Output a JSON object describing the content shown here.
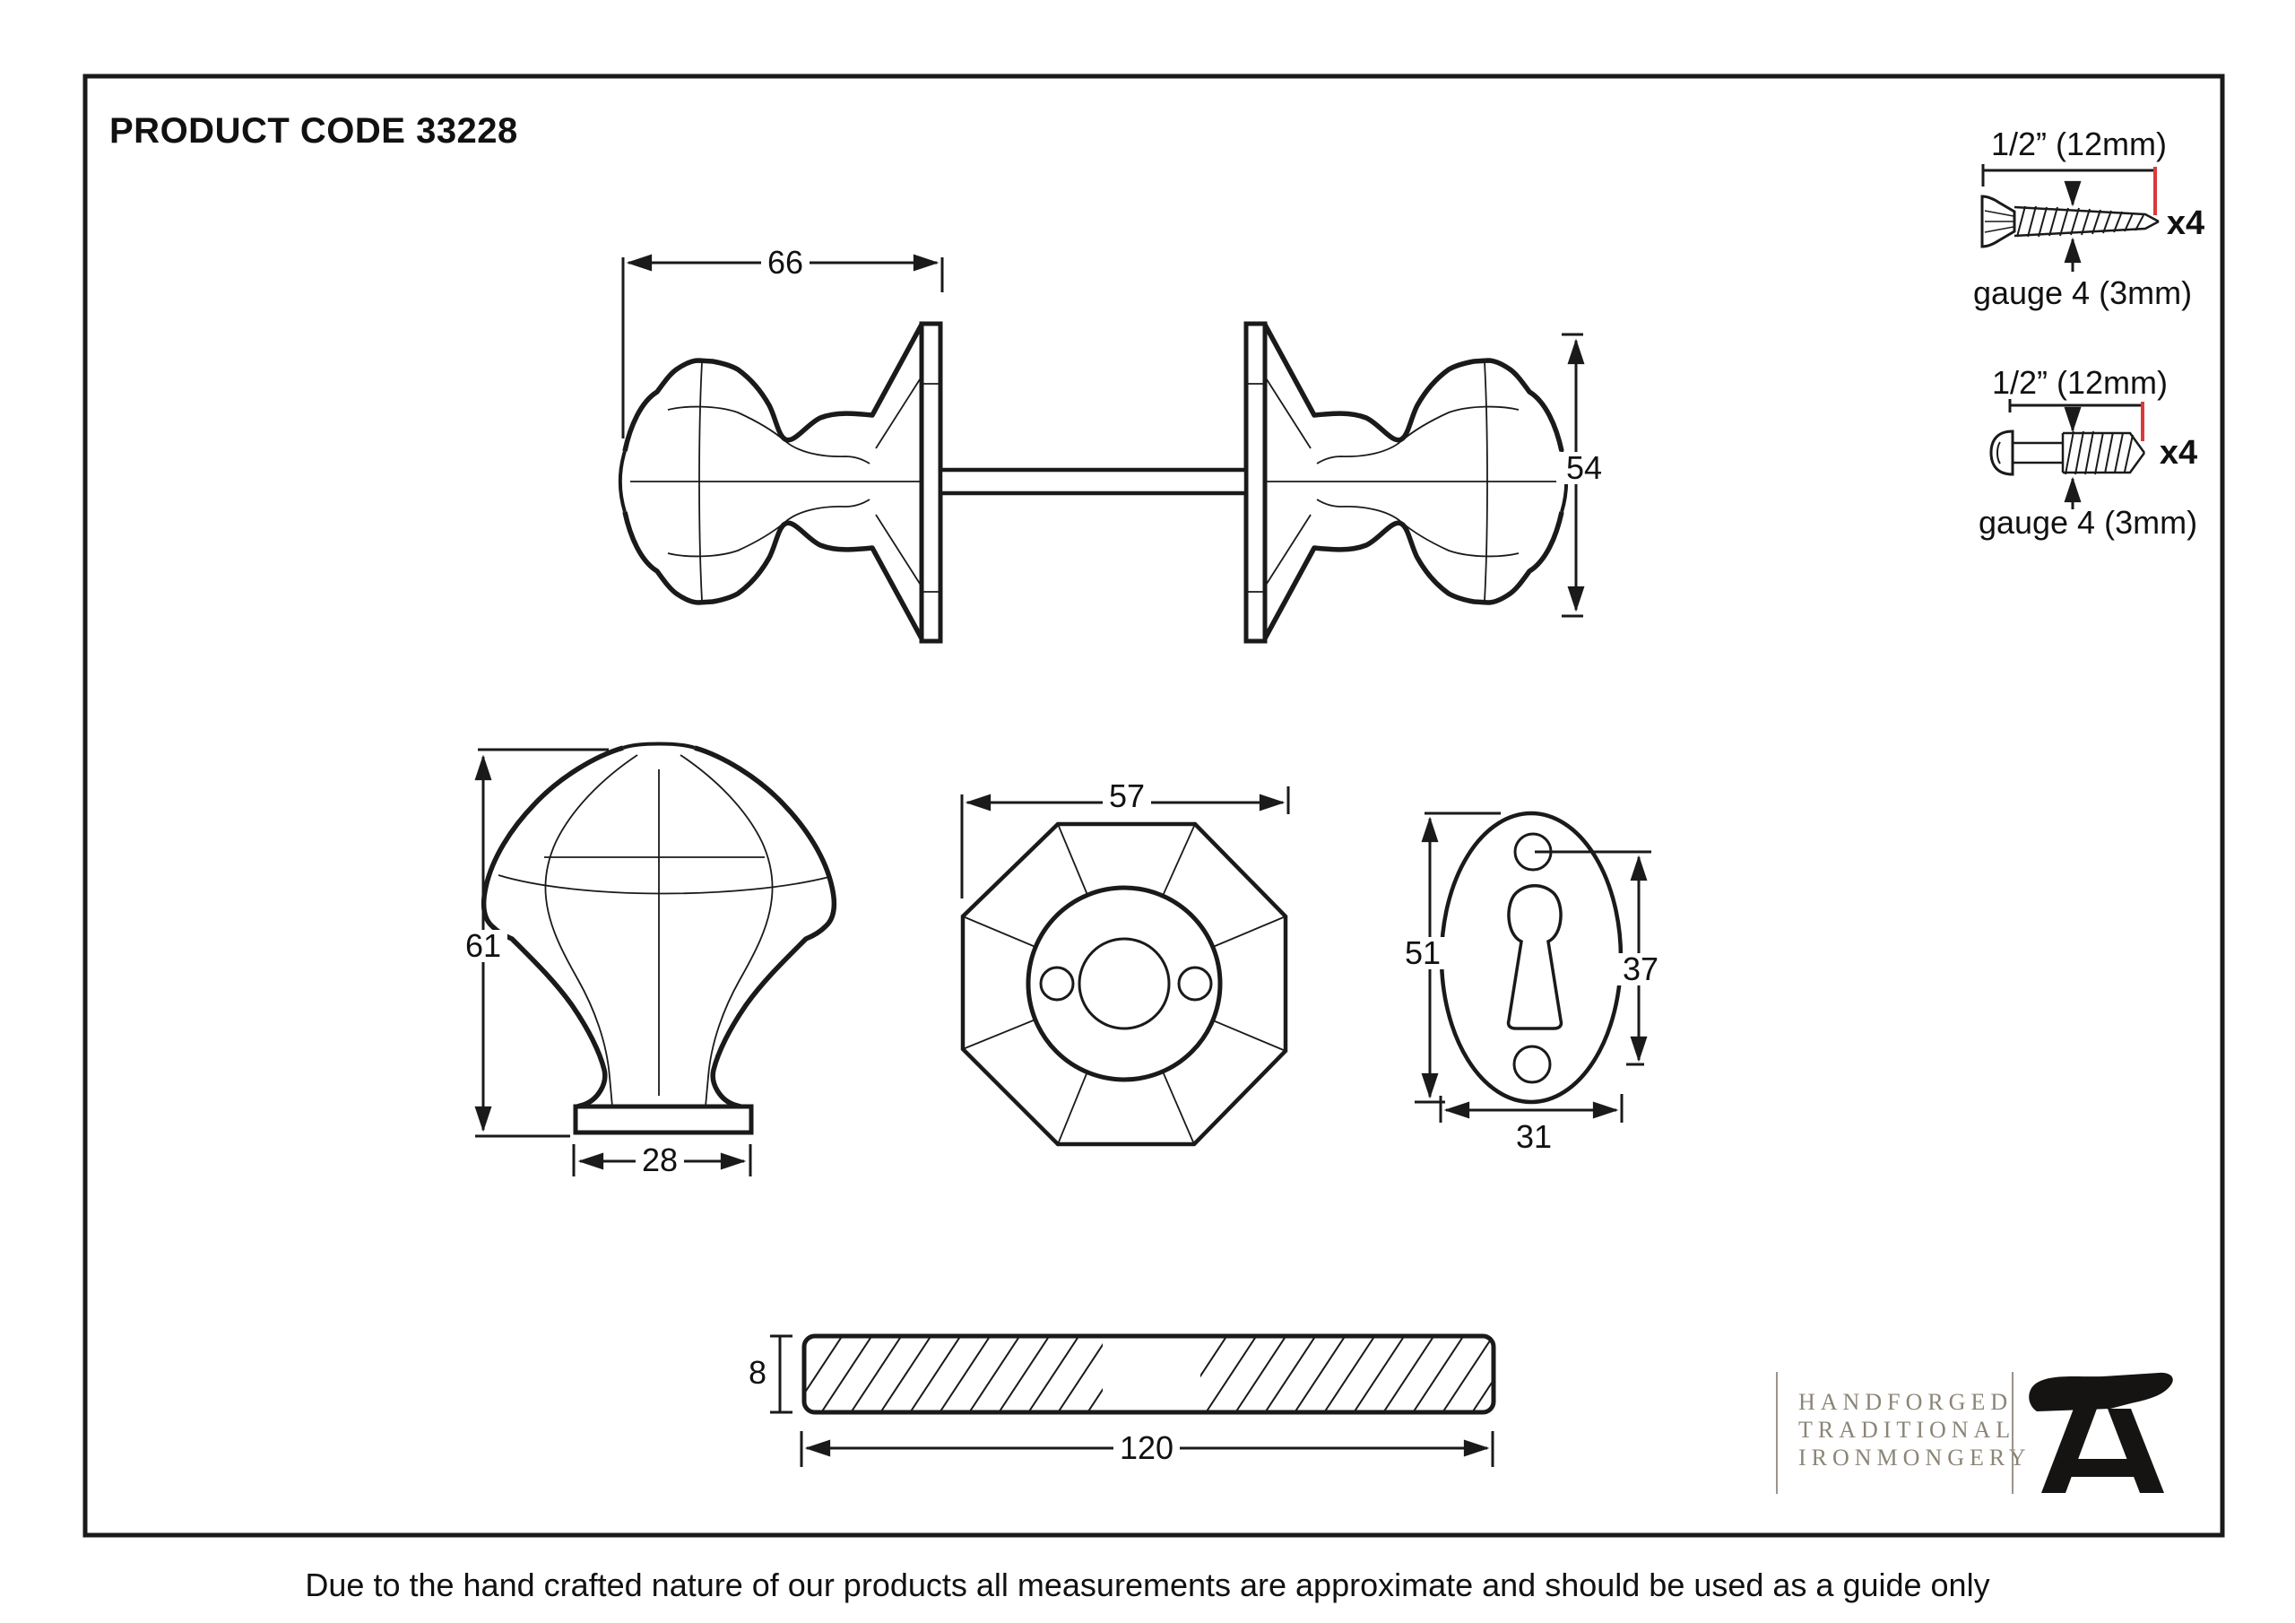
{
  "page": {
    "title": "PRODUCT CODE 33228",
    "disclaimer": "Due to the hand crafted nature of our products all measurements are approximate and should be used as a guide only"
  },
  "dimensions": {
    "knob_pair_width": "66",
    "knob_pair_height": "54",
    "single_knob_height": "61",
    "single_knob_base_width": "28",
    "rose_diameter": "57",
    "escutcheon_height": "51",
    "escutcheon_hole_span": "37",
    "escutcheon_width": "31",
    "spindle_thickness": "8",
    "spindle_length": "120"
  },
  "screws": {
    "countersunk": {
      "length": "1/2” (12mm)",
      "quantity": "x4",
      "gauge": "gauge 4 (3mm)"
    },
    "round_head": {
      "length": "1/2” (12mm)",
      "quantity": "x4",
      "gauge": "gauge 4 (3mm)"
    }
  },
  "logo": {
    "line1": "HANDFORGED",
    "line2": "TRADITIONAL",
    "line3": "IRONMONGERY"
  },
  "colors": {
    "line": "#1a1a1a",
    "accent_red": "#d93a3a",
    "logo_text": "#8b8577"
  }
}
